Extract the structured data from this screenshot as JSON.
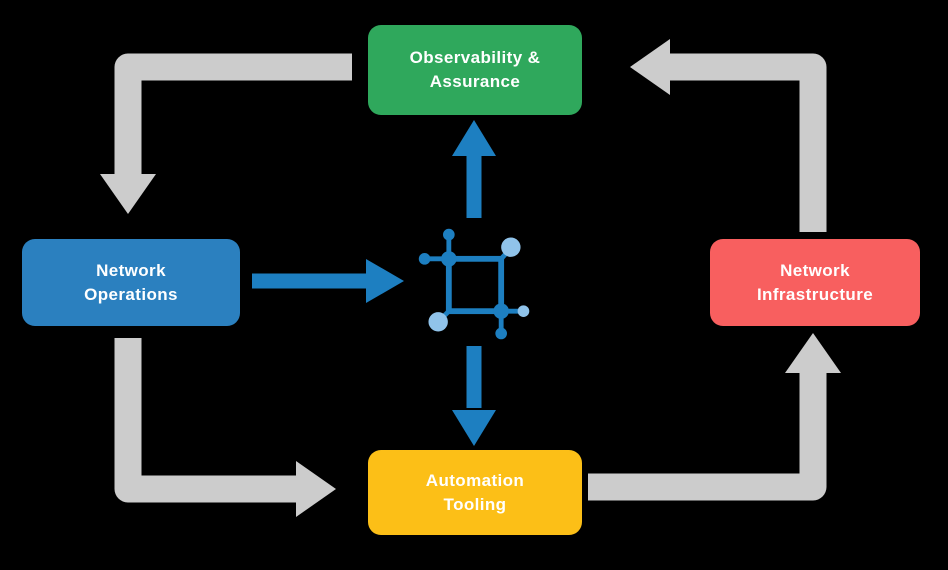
{
  "colors": {
    "background": "#000000",
    "cycle_arrow": "#cccccc",
    "flow_arrow": "#1d7fc1",
    "observability_box": "#2fa85c",
    "network_operations_box": "#2b80bf",
    "network_infrastructure_box": "#f85f5f",
    "automation_tooling_box": "#fcbf17",
    "icon_dark_blue": "#1d7fc1",
    "icon_light_blue": "#90c3ea"
  },
  "nodes": {
    "observability": {
      "label": "Observability &\nAssurance"
    },
    "network_operations": {
      "label": "Network\nOperations"
    },
    "network_infrastructure": {
      "label": "Network\nInfrastructure"
    },
    "automation_tooling": {
      "label": "Automation\nTooling"
    }
  },
  "center_icon": "network-nodes-icon"
}
